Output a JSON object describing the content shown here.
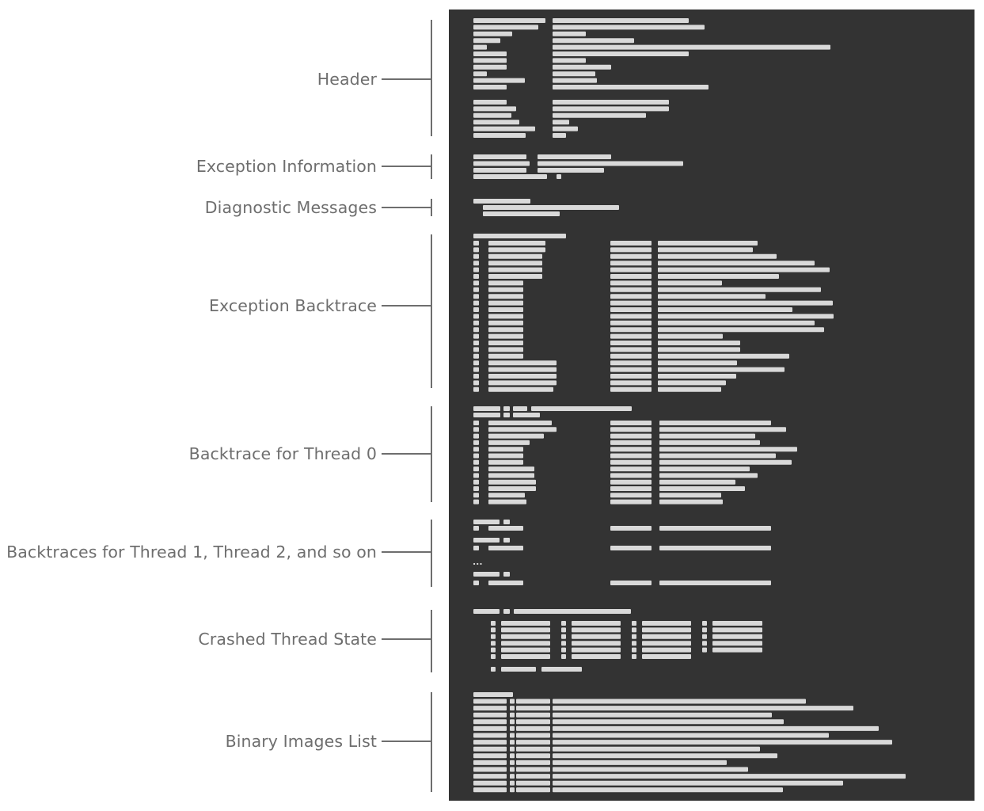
{
  "colors": {
    "panel_background": "#333333",
    "redacted_text": "#d9d9d9",
    "label_text": "#6e6e6e",
    "bracket_line": "#6e6e6e",
    "page_background": "#ffffff"
  },
  "sections": [
    {
      "id": "header",
      "label": "Header"
    },
    {
      "id": "exception-information",
      "label": "Exception Information"
    },
    {
      "id": "diagnostic-messages",
      "label": "Diagnostic Messages"
    },
    {
      "id": "exception-backtrace",
      "label": "Exception Backtrace"
    },
    {
      "id": "backtrace-thread-0",
      "label": "Backtrace for Thread 0"
    },
    {
      "id": "backtraces-other-threads",
      "label": "Backtraces for Thread 1, Thread 2, and so on"
    },
    {
      "id": "crashed-thread-state",
      "label": "Crashed Thread State"
    },
    {
      "id": "binary-images-list",
      "label": "Binary Images List"
    }
  ],
  "ellipsis": "..."
}
